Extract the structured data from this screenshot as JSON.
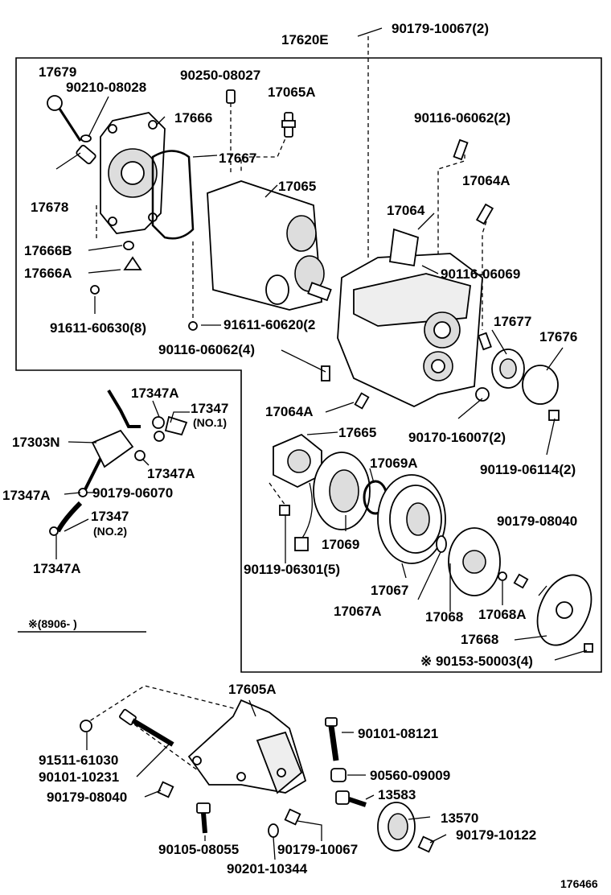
{
  "labels": {
    "p17620E": "17620E",
    "p90179_10067_2": "90179-10067(2)",
    "p17679": "17679",
    "p90210_08028": "90210-08028",
    "p90250_08027": "90250-08027",
    "p17065A": "17065A",
    "p17666": "17666",
    "p17667": "17667",
    "p17065": "17065",
    "p90116_06062_2": "90116-06062(2)",
    "p17064A_top": "17064A",
    "p17678": "17678",
    "p17064": "17064",
    "p17666B": "17666B",
    "p17666A": "17666A",
    "p90116_06069": "90116-06069",
    "p91611_60630_8": "91611-60630(8)",
    "p91611_60620_2": "91611-60620(2",
    "p17677": "17677",
    "p17676": "17676",
    "p90116_06062_4": "90116-06062(4)",
    "p17347A_1": "17347A",
    "p17347_top": "17347",
    "p17347_no1": "(NO.1)",
    "p17064A_mid": "17064A",
    "p17665": "17665",
    "p17303N": "17303N",
    "p17347A_2": "17347A",
    "p90170_16007_2": "90170-16007(2)",
    "p17069A": "17069A",
    "p90119_06114_2": "90119-06114(2)",
    "p90179_06070": "90179-06070",
    "p17347A_3": "17347A",
    "p17347_mid": "17347",
    "p17347_no2": "(NO.2)",
    "p90179_08040_top": "90179-08040",
    "p17069": "17069",
    "p17347A_4": "17347A",
    "p90119_06301_5": "90119-06301(5)",
    "p17067": "17067",
    "p17067A": "17067A",
    "p17068": "17068",
    "p17068A": "17068A",
    "p8906": "※(8906-        )",
    "p17668": "17668",
    "p90153_50003_4": "※ 90153-50003(4)",
    "p17605A": "17605A",
    "p90101_08121": "90101-08121",
    "p91511_61030": "91511-61030",
    "p90560_09009": "90560-09009",
    "p90101_10231": "90101-10231",
    "p13583": "13583",
    "p90179_08040_bot": "90179-08040",
    "p13570": "13570",
    "p90179_10122": "90179-10122",
    "p90105_08055": "90105-08055",
    "p90179_10067": "90179-10067",
    "p90201_10344": "90201-10344",
    "p176466": "176466"
  }
}
